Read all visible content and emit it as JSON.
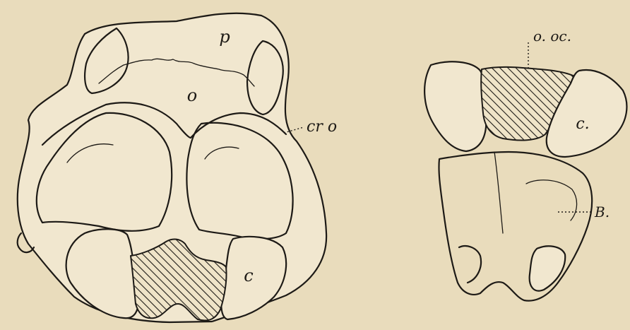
{
  "figure_left": {
    "labels": {
      "p": "p",
      "o": "o",
      "cro": "cr o",
      "c": "c"
    }
  },
  "figure_right": {
    "labels": {
      "ooc": "o. oc.",
      "c": "c.",
      "B": "B."
    }
  },
  "colors": {
    "paper": "#e9dcbc",
    "ink": "#1d1a16"
  }
}
